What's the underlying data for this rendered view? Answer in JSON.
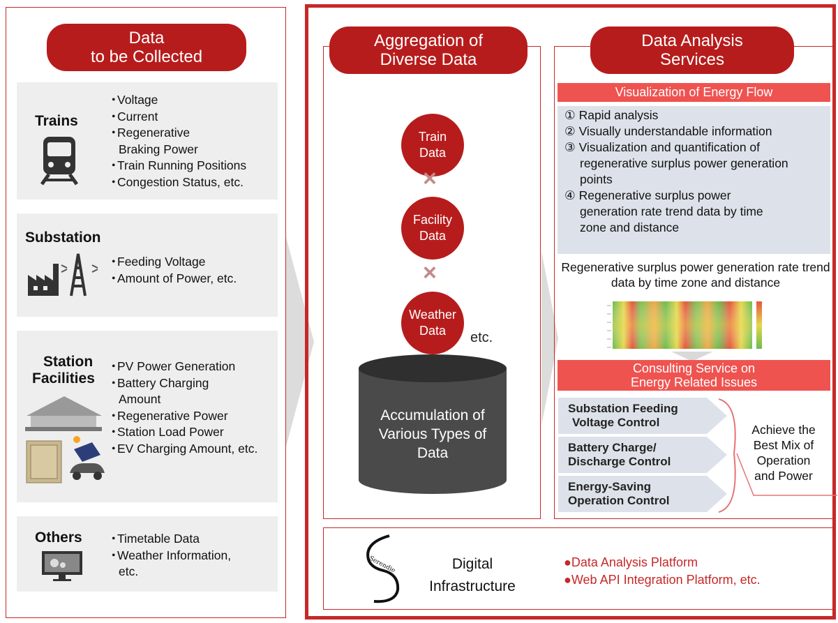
{
  "collected": {
    "title_line1": "Data",
    "title_line2": "to be Collected",
    "trains": {
      "label": "Trains",
      "items": [
        "Voltage",
        "Current",
        "Regenerative Braking Power",
        "Train Running Positions",
        "Congestion Status, etc."
      ]
    },
    "substation": {
      "label": "Substation",
      "items": [
        "Feeding Voltage",
        "Amount of Power, etc."
      ]
    },
    "station": {
      "label_line1": "Station",
      "label_line2": "Facilities",
      "items": [
        "PV Power Generation",
        "Battery Charging Amount",
        "Regenerative Power",
        "Station Load Power",
        "EV Charging Amount, etc."
      ]
    },
    "others": {
      "label": "Others",
      "items": [
        "Timetable Data",
        "Weather Information, etc."
      ]
    }
  },
  "aggregation": {
    "title_line1": "Aggregation of",
    "title_line2": "Diverse Data",
    "circles": [
      {
        "line1": "Train",
        "line2": "Data"
      },
      {
        "line1": "Facility",
        "line2": "Data"
      },
      {
        "line1": "Weather",
        "line2": "Data"
      }
    ],
    "cross_glyph": "×",
    "etc": "etc.",
    "cylinder_text": "Accumulation of Various Types of Data"
  },
  "analysis": {
    "title_line1": "Data Analysis",
    "title_line2": "Services",
    "visualization_banner": "Visualization of Energy Flow",
    "points": [
      {
        "num": "①",
        "text": "Rapid analysis"
      },
      {
        "num": "②",
        "text": "Visually understandable information"
      },
      {
        "num": "③",
        "text": "Visualization and quantification of regenerative surplus power generation points"
      },
      {
        "num": "④",
        "text": "Regenerative surplus power generation rate trend data by time zone and distance"
      }
    ],
    "heatmap_caption": "Regenerative surplus power generation rate trend data by time zone and distance",
    "consulting_line1": "Consulting Service on",
    "consulting_line2": "Energy Related Issues",
    "controls": [
      {
        "line1": "Substation Feeding",
        "line2": "Voltage Control"
      },
      {
        "line1": "Battery Charge/",
        "line2": "Discharge Control"
      },
      {
        "line1": "Energy-Saving",
        "line2": "Operation Control"
      }
    ],
    "outcome": "Achieve the Best Mix of Operation and Power"
  },
  "infrastructure": {
    "logo_text": "Serendie",
    "label_line1": "Digital",
    "label_line2": "Infrastructure",
    "bullets": [
      "Data Analysis Platform",
      "Web API Integration Platform, etc."
    ]
  },
  "colors": {
    "accent": "#b71c1c",
    "banner": "#ef5350",
    "panel_gray": "#eeeeee",
    "list_blue_gray": "#dde2ea"
  }
}
